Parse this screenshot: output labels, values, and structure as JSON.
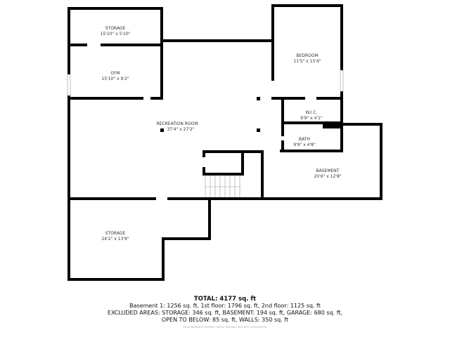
{
  "rooms": [
    {
      "name": "STORAGE",
      "size": "15'10\" x 5'10\""
    },
    {
      "name": "GYM",
      "size": "15'10\" x 9'2\""
    },
    {
      "name": "BEDROOM",
      "size": "11'5\" x 15'4\""
    },
    {
      "name": "W.I.C.",
      "size": "9'9\" x 4'1\""
    },
    {
      "name": "RECREATION ROOM",
      "size": "37'4\" x 27'2\""
    },
    {
      "name": "BATH",
      "size": "9'9\" x 4'8\""
    },
    {
      "name": "BASEMENT",
      "size": "20'6\" x 12'8\""
    },
    {
      "name": "STORAGE",
      "size": "24'2\" x 13'9\""
    }
  ],
  "summary": {
    "total": "TOTAL: 4177 sq. ft",
    "line1": "Basement 1: 1256 sq. ft, 1st floor: 1796 sq. ft, 2nd floor: 1125 sq. ft",
    "line2": "EXCLUDED AREAS: STORAGE: 346 sq. ft, BASEMENT: 194 sq. ft, GARAGE: 680 sq. ft,",
    "line3": "OPEN TO BELOW: 85 sq. ft, WALLS: 350 sq. ft",
    "disclaimer": "MEASUREMENTS DEEMED HIGHLY RELIABLE BUT NOT GUARANTEED"
  }
}
